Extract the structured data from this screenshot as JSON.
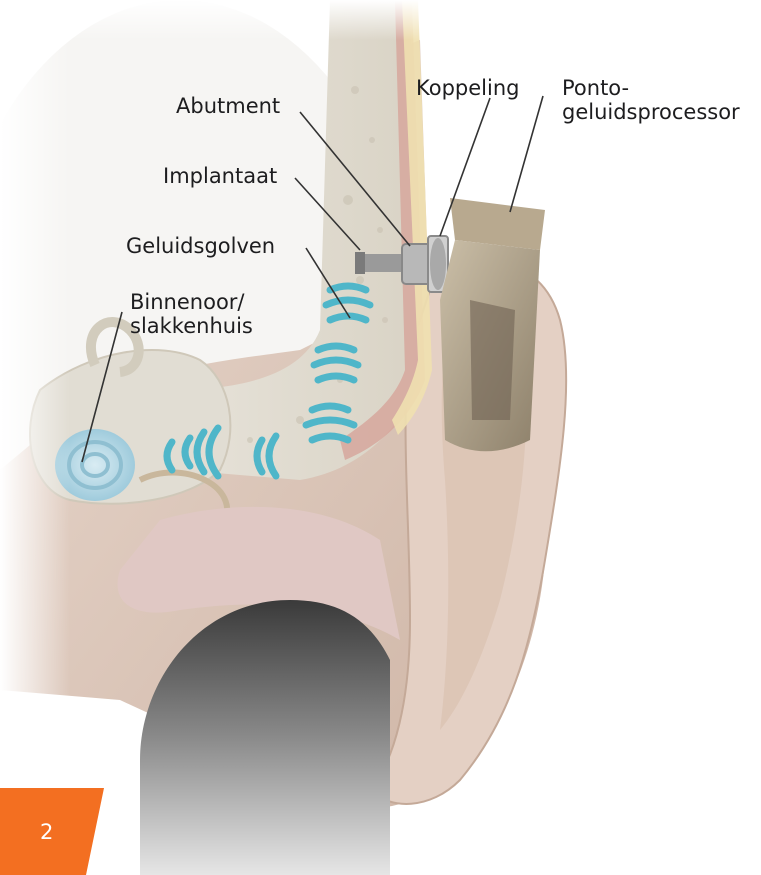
{
  "labels": {
    "abutment": "Abutment",
    "koppeling": "Koppeling",
    "ponto_line1": "Ponto-",
    "ponto_line2": "geluidsprocessor",
    "implantaat": "Implantaat",
    "geluidsgolven": "Geluidsgolven",
    "binnenoor_line1": "Binnenoor/",
    "binnenoor_line2": "slakkenhuis"
  },
  "page_number": "2",
  "colors": {
    "accent_orange": "#f36f21",
    "sound_wave_blue": "#4fb6c9",
    "label_text": "#1d1d1f"
  }
}
